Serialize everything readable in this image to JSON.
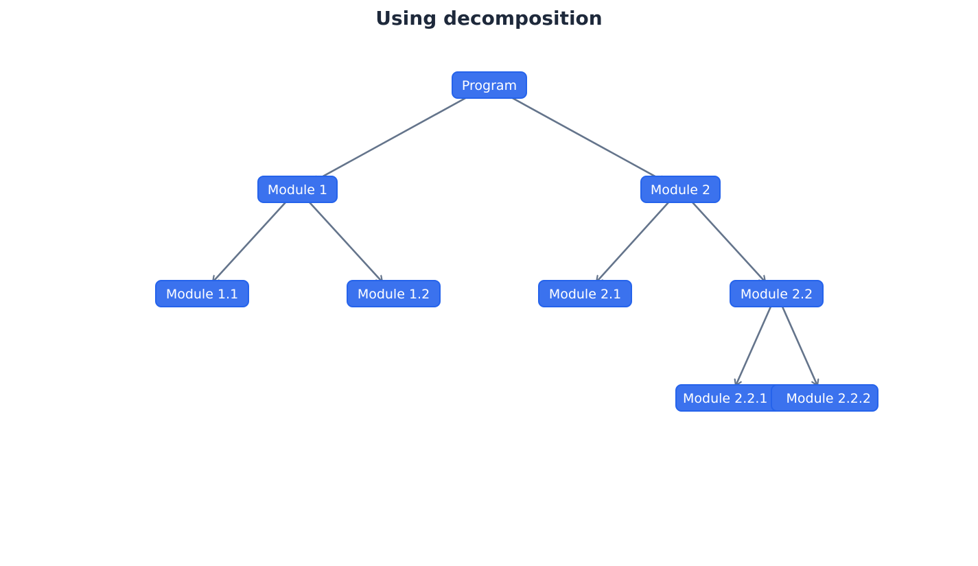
{
  "diagram": {
    "title": "Using decomposition",
    "colors": {
      "node_fill": "#3b72ee",
      "node_border": "#2563eb",
      "node_text": "#ffffff",
      "edge": "#64748b",
      "title": "#1e293b"
    },
    "nodes": {
      "program": "Program",
      "module_1": "Module 1",
      "module_2": "Module 2",
      "module_1_1": "Module 1.1",
      "module_1_2": "Module 1.2",
      "module_2_1": "Module 2.1",
      "module_2_2": "Module 2.2",
      "module_2_2_1": "Module 2.2.1",
      "module_2_2_2": "Module 2.2.2"
    },
    "edges": [
      [
        "program",
        "module_1"
      ],
      [
        "program",
        "module_2"
      ],
      [
        "module_1",
        "module_1_1"
      ],
      [
        "module_1",
        "module_1_2"
      ],
      [
        "module_2",
        "module_2_1"
      ],
      [
        "module_2",
        "module_2_2"
      ],
      [
        "module_2_2",
        "module_2_2_1"
      ],
      [
        "module_2_2",
        "module_2_2_2"
      ]
    ]
  }
}
